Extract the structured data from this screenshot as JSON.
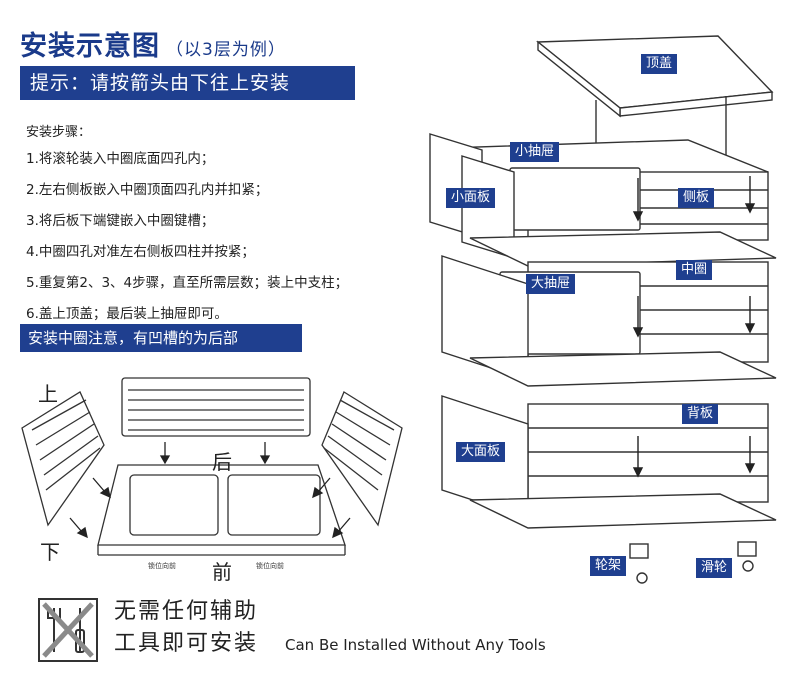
{
  "title": "安装示意图",
  "title_sub": "（以3层为例）",
  "hint": "提示：请按箭头由下往上安装",
  "steps_heading": "安装步骤：",
  "steps": [
    "1.将滚轮装入中圈底面四孔内；",
    "2.左右侧板嵌入中圈顶面四孔内并扣紧；",
    "3.将后板下端键嵌入中圈键槽；",
    "4.中圈四孔对准左右侧板四柱并按紧；",
    "5.重复第2、3、4步骤，直至所需层数；装上中支柱；",
    "6.盖上顶盖；最后装上抽屉即可。"
  ],
  "note": "安装中圈注意，有凹槽的为后部",
  "diagram_words": {
    "up": "上",
    "down": "下",
    "back": "后",
    "front": "前",
    "lock_left": "锁位向前",
    "lock_right": "锁位向前"
  },
  "labels": {
    "top_cover": "顶盖",
    "small_drawer": "小抽屉",
    "small_panel": "小面板",
    "side_panel": "侧板",
    "big_drawer": "大抽屉",
    "middle_ring": "中圈",
    "back_panel": "背板",
    "big_panel": "大面板",
    "wheel_frame": "轮架",
    "slider_wheel": "滑轮"
  },
  "tools": {
    "line1": "无需任何辅助",
    "line2": "工具即可安装",
    "english": "Can Be Installed Without Any Tools"
  },
  "colors": {
    "accent": "#1f3f8f",
    "line": "#333333"
  }
}
